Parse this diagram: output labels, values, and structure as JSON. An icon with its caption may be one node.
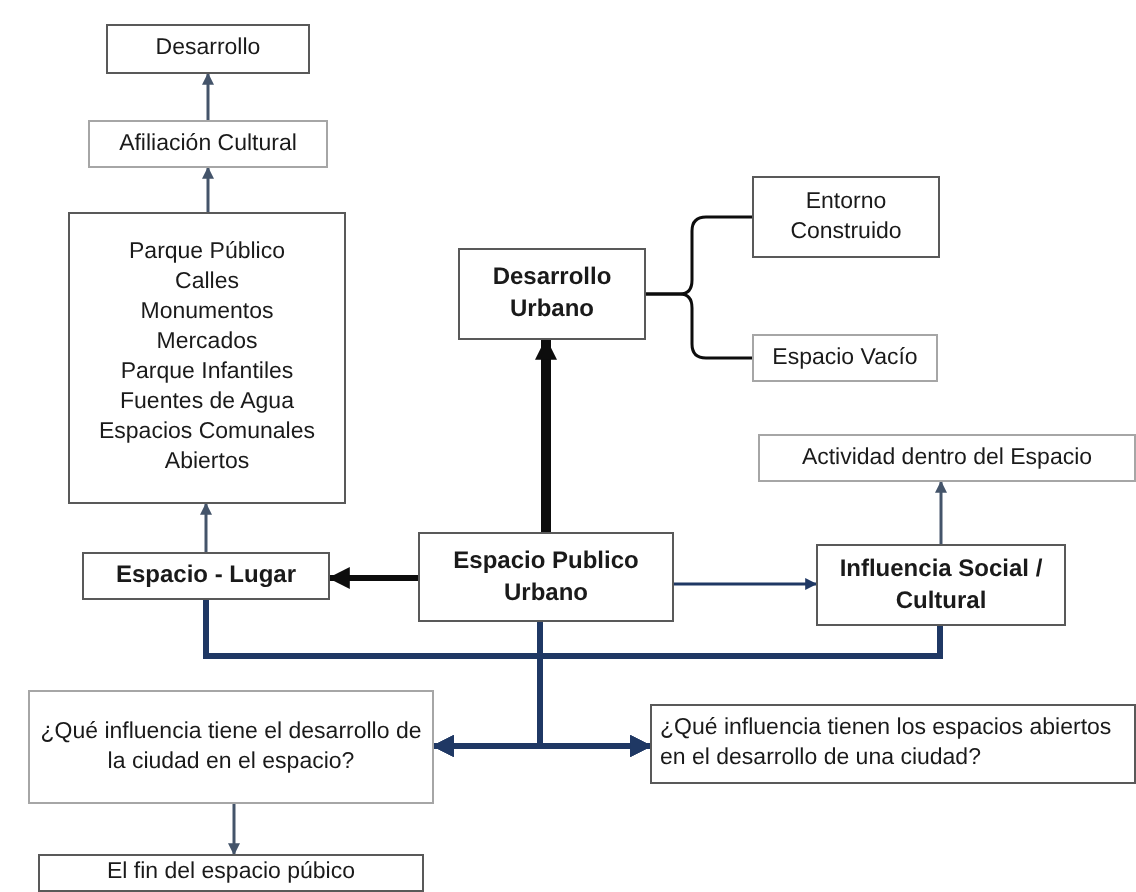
{
  "diagram": {
    "nodes": [
      {
        "text": [
          "Desarrollo"
        ]
      },
      {
        "text": [
          "Afiliación Cultural"
        ]
      },
      {
        "text": [
          "Parque Público",
          "Calles",
          "Monumentos",
          "Mercados",
          "Parque Infantiles",
          "Fuentes de Agua",
          "Espacios Comunales",
          "Abiertos"
        ]
      },
      {
        "text": [
          "Espacio - Lugar"
        ]
      },
      {
        "text": [
          "Espacio Publico Urbano"
        ]
      },
      {
        "text": [
          "Desarrollo Urbano"
        ]
      },
      {
        "text": [
          "Entorno Construido"
        ]
      },
      {
        "text": [
          "Espacio Vacío"
        ]
      },
      {
        "text": [
          "Actividad dentro del Espacio"
        ]
      },
      {
        "text": [
          "Influencia Social / Cultural"
        ]
      },
      {
        "text": [
          "¿Qué influencia tiene el desarrollo de la ciudad en el espacio?"
        ]
      },
      {
        "text": [
          "¿Qué influencia tienen los espacios abiertos en el desarrollo de una ciudad?"
        ]
      },
      {
        "text": [
          "El fin del espacio púbico"
        ]
      }
    ],
    "edges": [
      {
        "from": 1,
        "to": 0,
        "arrow": "to"
      },
      {
        "from": 2,
        "to": 1,
        "arrow": "to"
      },
      {
        "from": 3,
        "to": 2,
        "arrow": "to"
      },
      {
        "from": 4,
        "to": 3,
        "arrow": "to",
        "style": "thick",
        "color": "#0d0d0d"
      },
      {
        "from": 4,
        "to": 5,
        "arrow": "to",
        "style": "thick",
        "color": "#0d0d0d"
      },
      {
        "from": 5,
        "to": 6,
        "arrow": "none",
        "color": "#0d0d0d"
      },
      {
        "from": 5,
        "to": 7,
        "arrow": "none",
        "color": "#0d0d0d"
      },
      {
        "from": 9,
        "to": 8,
        "arrow": "to"
      },
      {
        "from": 4,
        "to": 9,
        "arrow": "to",
        "color": "#1f3864"
      },
      {
        "from": 3,
        "to": 10,
        "arrow": "to",
        "style": "thick",
        "color": "#1f3864"
      },
      {
        "from": 3,
        "to": 11,
        "arrow": "to",
        "style": "thick",
        "color": "#1f3864"
      },
      {
        "from": 4,
        "to": 10,
        "arrow": "to",
        "style": "thick",
        "color": "#1f3864"
      },
      {
        "from": 4,
        "to": 11,
        "arrow": "to",
        "style": "thick",
        "color": "#1f3864"
      },
      {
        "from": 9,
        "to": 10,
        "arrow": "to",
        "style": "thick",
        "color": "#1f3864"
      },
      {
        "from": 9,
        "to": 11,
        "arrow": "to",
        "style": "thick",
        "color": "#1f3864"
      },
      {
        "from": 10,
        "to": 12,
        "arrow": "to"
      }
    ]
  }
}
